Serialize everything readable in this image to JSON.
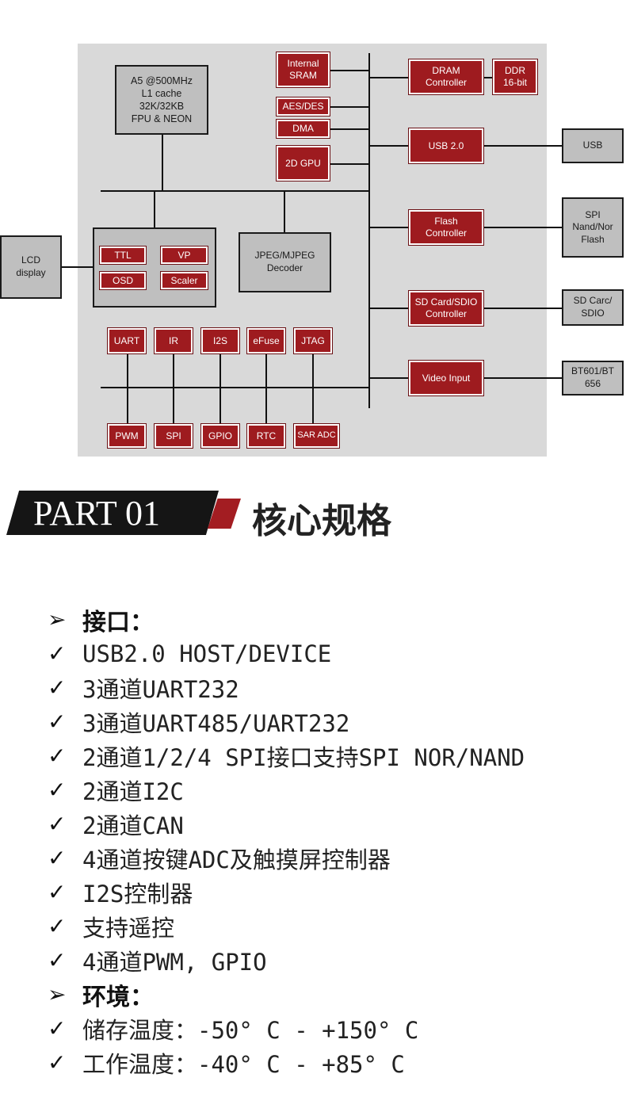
{
  "diagram": {
    "cpu": [
      "A5 @500MHz",
      "L1 cache",
      "32K/32KB",
      "FPU & NEON"
    ],
    "internal_sram": [
      "Internal",
      "SRAM"
    ],
    "aes_des": "AES/DES",
    "dma": "DMA",
    "gpu_2d": "2D GPU",
    "dram_controller": [
      "DRAM",
      "Controller"
    ],
    "ddr": [
      "DDR",
      "16-bit"
    ],
    "usb20": "USB 2.0",
    "usb_ext": "USB",
    "flash_controller": [
      "Flash",
      "Controller"
    ],
    "spi_flash": [
      "SPI",
      "Nand/Nor",
      "Flash"
    ],
    "sd_controller": [
      "SD Card/SDIO",
      "Controller"
    ],
    "sd_ext": [
      "SD Carc/",
      "SDIO"
    ],
    "video_input": "Video Input",
    "bt_ext": [
      "BT601/BT",
      "656"
    ],
    "lcd_display": [
      "LCD",
      "display"
    ],
    "display_blocks": [
      "TTL",
      "VP",
      "OSD",
      "Scaler"
    ],
    "jpeg_decoder": [
      "JPEG/MJPEG",
      "Decoder"
    ],
    "top_periph": [
      "UART",
      "IR",
      "I2S",
      "eFuse",
      "JTAG"
    ],
    "bottom_periph": [
      "PWM",
      "SPI",
      "GPIO",
      "RTC",
      "SAR ADC"
    ]
  },
  "banner": {
    "part": "PART 01",
    "title": "核心规格"
  },
  "specs": {
    "interface_heading": "接口：",
    "interface_items": [
      "USB2.0 HOST/DEVICE",
      "3通道UART232",
      "3通道UART485/UART232",
      "2通道1/2/4 SPI接口支持SPI NOR/NAND",
      "2通道I2C",
      "2通道CAN",
      "4通道按键ADC及触摸屏控制器",
      "I2S控制器",
      "支持遥控",
      "4通道PWM, GPIO"
    ],
    "env_heading": "环境：",
    "env_items": [
      "储存温度：-50° C - +150° C",
      "工作温度：-40° C - +85° C"
    ],
    "heading_marker": "➢",
    "item_marker": "✓"
  },
  "colors": {
    "accent_red": "#9e1b1f",
    "panel_gray": "#d9d9d9",
    "box_gray": "#bfbfbf"
  }
}
